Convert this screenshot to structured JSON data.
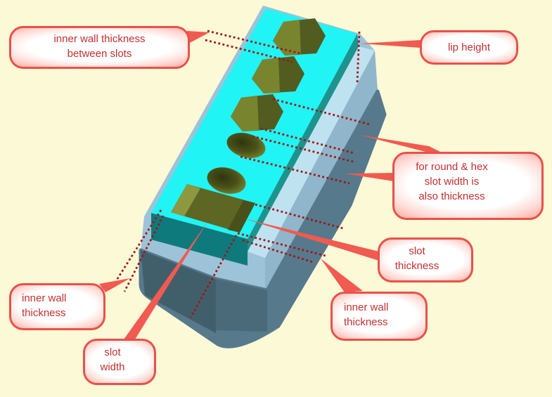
{
  "figure": {
    "type": "annotated-3d-model-diagram",
    "model_parts": [
      "base-block",
      "lip-block",
      "top-plate",
      "hex-slot",
      "hex-slot",
      "hex-slot",
      "round-slot",
      "round-slot",
      "rect-slot"
    ]
  },
  "colors": {
    "background": "#fcf9d6",
    "top_plate_cyan": "#21f4f4",
    "plate_side_teal": "#0e7a7c",
    "lip_block_blue": "#9dc3d8",
    "lip_ledge_light": "#bfe2f1",
    "base_block_slate": "#56798c",
    "slot_interior_olive": "#5d6623",
    "dotted_line_red": "#a31412",
    "leader_red": "#f15a50",
    "bubble_border": "#e8514a",
    "bubble_fill_edge": "#f8a9a0",
    "text_red": "#c42f2f"
  },
  "callouts": [
    {
      "id": "inner-wall-thickness-between-slots",
      "lines": [
        "inner wall thickness",
        "between slots"
      ]
    },
    {
      "id": "lip-height",
      "lines": [
        "lip height"
      ]
    },
    {
      "id": "round-hex-note",
      "lines": [
        "for round & hex",
        "slot width is",
        "also thickness"
      ]
    },
    {
      "id": "slot-thickness",
      "lines": [
        "slot",
        "thickness"
      ]
    },
    {
      "id": "inner-wall-thickness-right",
      "lines": [
        "inner wall",
        "thickness"
      ]
    },
    {
      "id": "inner-wall-thickness-left",
      "lines": [
        "inner wall",
        "thickness"
      ]
    },
    {
      "id": "slot-width",
      "lines": [
        "slot",
        "width"
      ]
    }
  ]
}
